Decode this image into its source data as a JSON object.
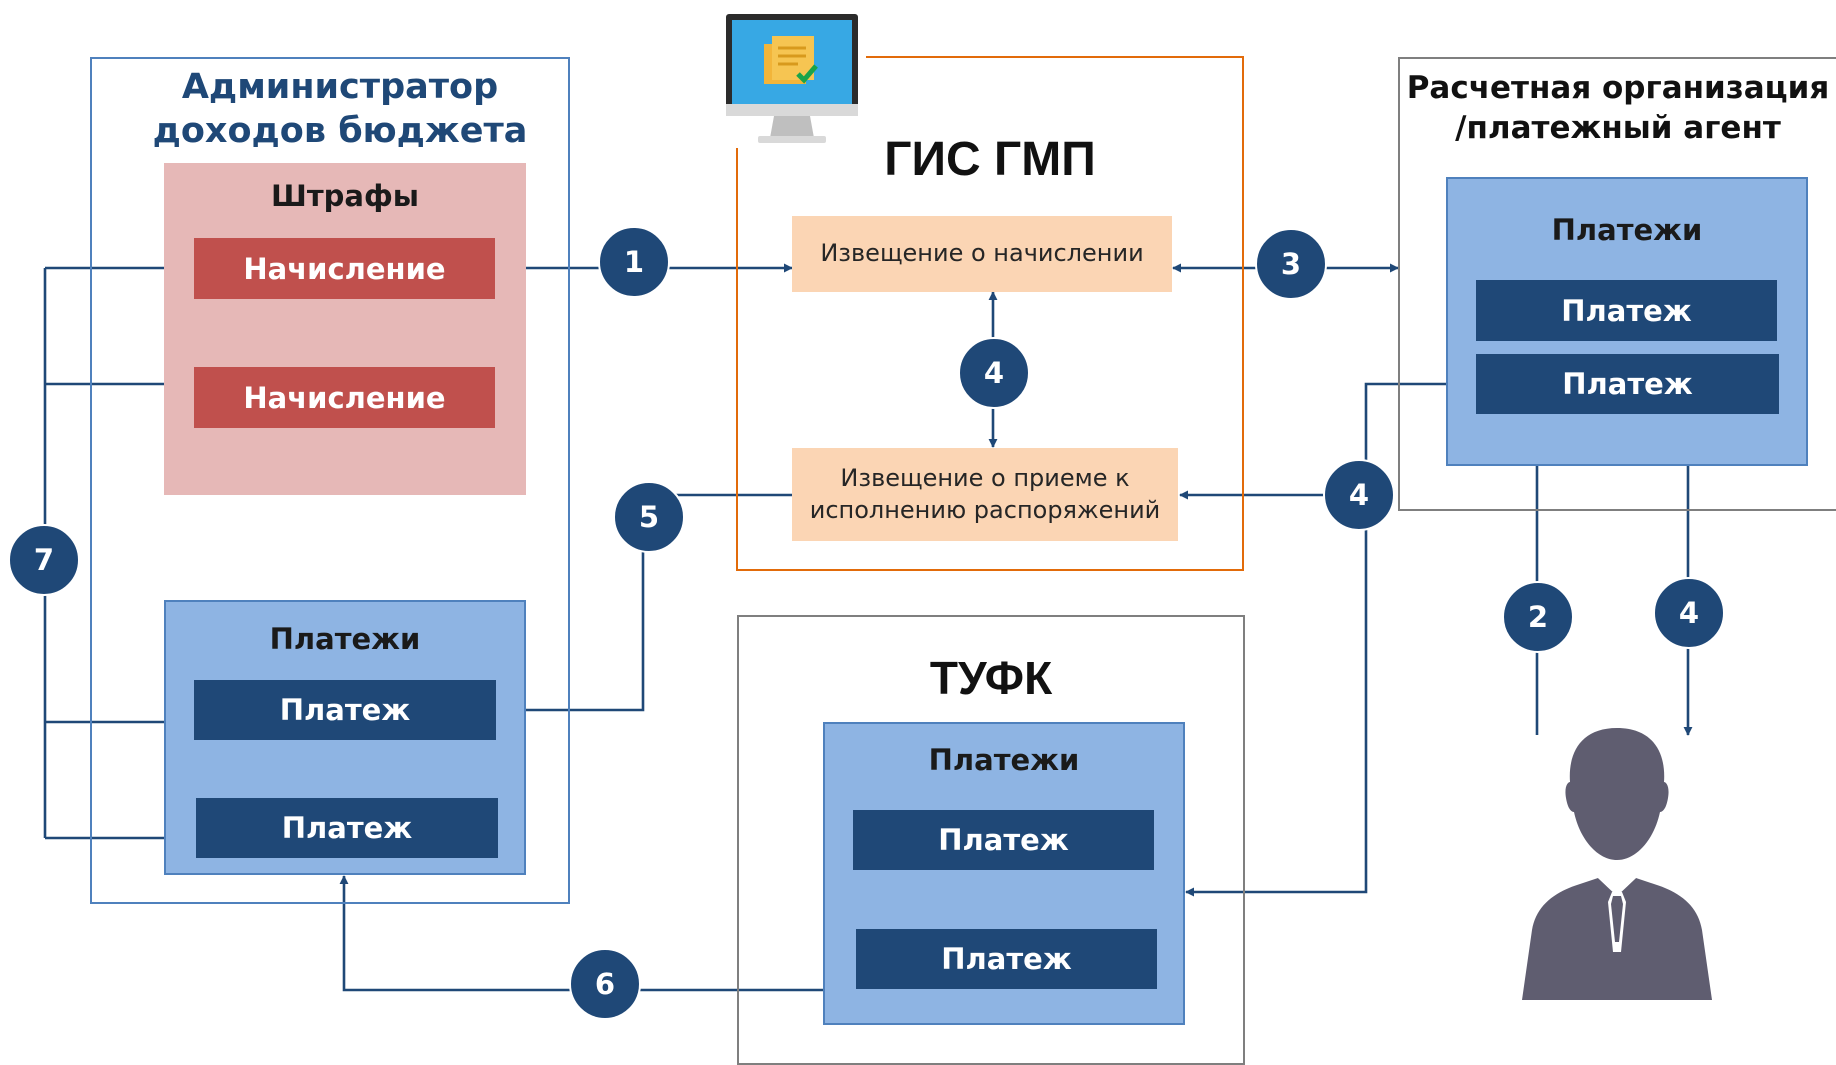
{
  "admin": {
    "title_line1": "Администратор",
    "title_line2": "доходов бюджета",
    "fines": {
      "title": "Штрафы",
      "item1": "Начисление",
      "item2": "Начисление"
    },
    "payments": {
      "title": "Платежи",
      "item1": "Платеж",
      "item2": "Платеж"
    }
  },
  "gis": {
    "title": "ГИС ГМП",
    "notice_accrual": "Извещение о начислении",
    "notice_accept_line1": "Извещение о приеме к",
    "notice_accept_line2": "исполнению распоряжений"
  },
  "org": {
    "title_line1": "Расчетная организация",
    "title_line2": "/платежный агент",
    "payments": {
      "title": "Платежи",
      "item1": "Платеж",
      "item2": "Платеж"
    }
  },
  "tufk": {
    "title": "ТУФК",
    "payments": {
      "title": "Платежи",
      "item1": "Платеж",
      "item2": "Платеж"
    }
  },
  "badges": {
    "b1": "1",
    "b2": "2",
    "b3": "3",
    "b4a": "4",
    "b4b": "4",
    "b4c": "4",
    "b5": "5",
    "b6": "6",
    "b7": "7"
  },
  "icons": {
    "monitor": "monitor-with-documents-icon",
    "person": "user-silhouette-icon"
  },
  "colors": {
    "navy": "#1f4877",
    "red": "#c0504d",
    "pink": "#e6b8b7",
    "lightblue": "#8eb4e3",
    "peach": "#fbd5b4",
    "orange_border": "#e26b0a",
    "blue_border": "#4f81bd",
    "grey_border": "#7f7f7f"
  }
}
